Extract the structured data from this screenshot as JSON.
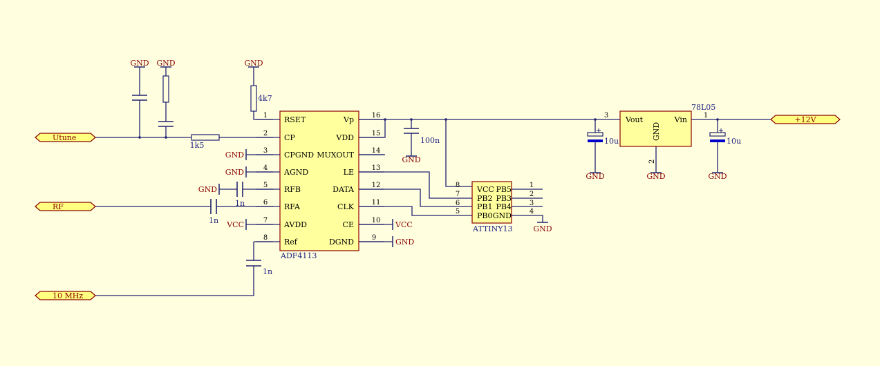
{
  "chips": {
    "adf": {
      "name": "ADF4113",
      "left_pins": [
        {
          "num": "1",
          "label": "RSET"
        },
        {
          "num": "2",
          "label": "CP"
        },
        {
          "num": "3",
          "label": "CPGND"
        },
        {
          "num": "4",
          "label": "AGND"
        },
        {
          "num": "5",
          "label": "RFB"
        },
        {
          "num": "6",
          "label": "RFA"
        },
        {
          "num": "7",
          "label": "AVDD"
        },
        {
          "num": "8",
          "label": "Ref"
        }
      ],
      "right_pins": [
        {
          "num": "16",
          "label": "Vp"
        },
        {
          "num": "15",
          "label": "VDD"
        },
        {
          "num": "14",
          "label": "MUXOUT"
        },
        {
          "num": "13",
          "label": "LE"
        },
        {
          "num": "12",
          "label": "DATA"
        },
        {
          "num": "11",
          "label": "CLK"
        },
        {
          "num": "10",
          "label": "CE"
        },
        {
          "num": "9",
          "label": "DGND"
        }
      ]
    },
    "attiny": {
      "name": "ATTINY13",
      "left_pins": [
        {
          "num": "8",
          "label": "VCC"
        },
        {
          "num": "7",
          "label": "PB2"
        },
        {
          "num": "6",
          "label": "PB1"
        },
        {
          "num": "5",
          "label": "PB0"
        }
      ],
      "right_pins": [
        {
          "num": "1",
          "label": "PB5"
        },
        {
          "num": "2",
          "label": "PB3"
        },
        {
          "num": "3",
          "label": "PB4"
        },
        {
          "num": "4",
          "label": "GND"
        }
      ]
    },
    "reg": {
      "name": "78L05",
      "vout": "Vout",
      "vin": "Vin",
      "gnd": "GND",
      "pin_vout": "3",
      "pin_vin": "1",
      "pin_gnd": "2"
    }
  },
  "ports": {
    "utune": "Utune",
    "rf": "RF",
    "ref": "10 MHz",
    "v12": "+12V"
  },
  "components": {
    "r_rset": "4k7",
    "r_cp": "1k5",
    "c_rfb": "1n",
    "c_rfa": "1n",
    "c_ref": "1n",
    "c_vp": "100n",
    "c_out": "10u",
    "c_in": "10u"
  },
  "power": {
    "gnd": "GND",
    "vcc": "VCC"
  }
}
